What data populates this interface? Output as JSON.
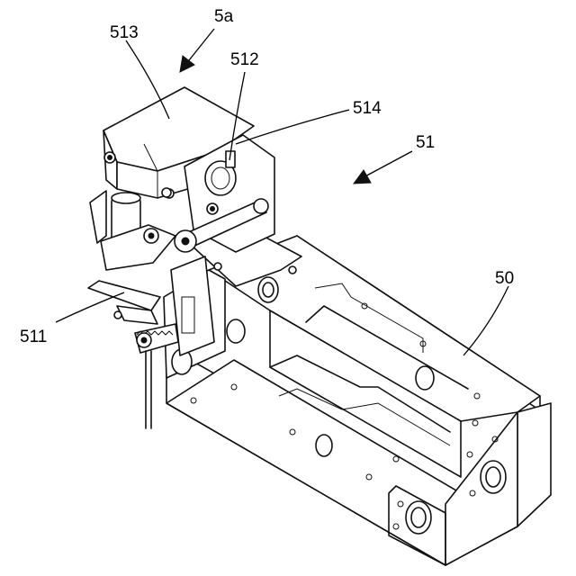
{
  "labels": {
    "assembly": "5a",
    "part_513": "513",
    "part_512": "512",
    "part_514": "514",
    "part_51": "51",
    "part_50": "50",
    "part_511": "511"
  }
}
